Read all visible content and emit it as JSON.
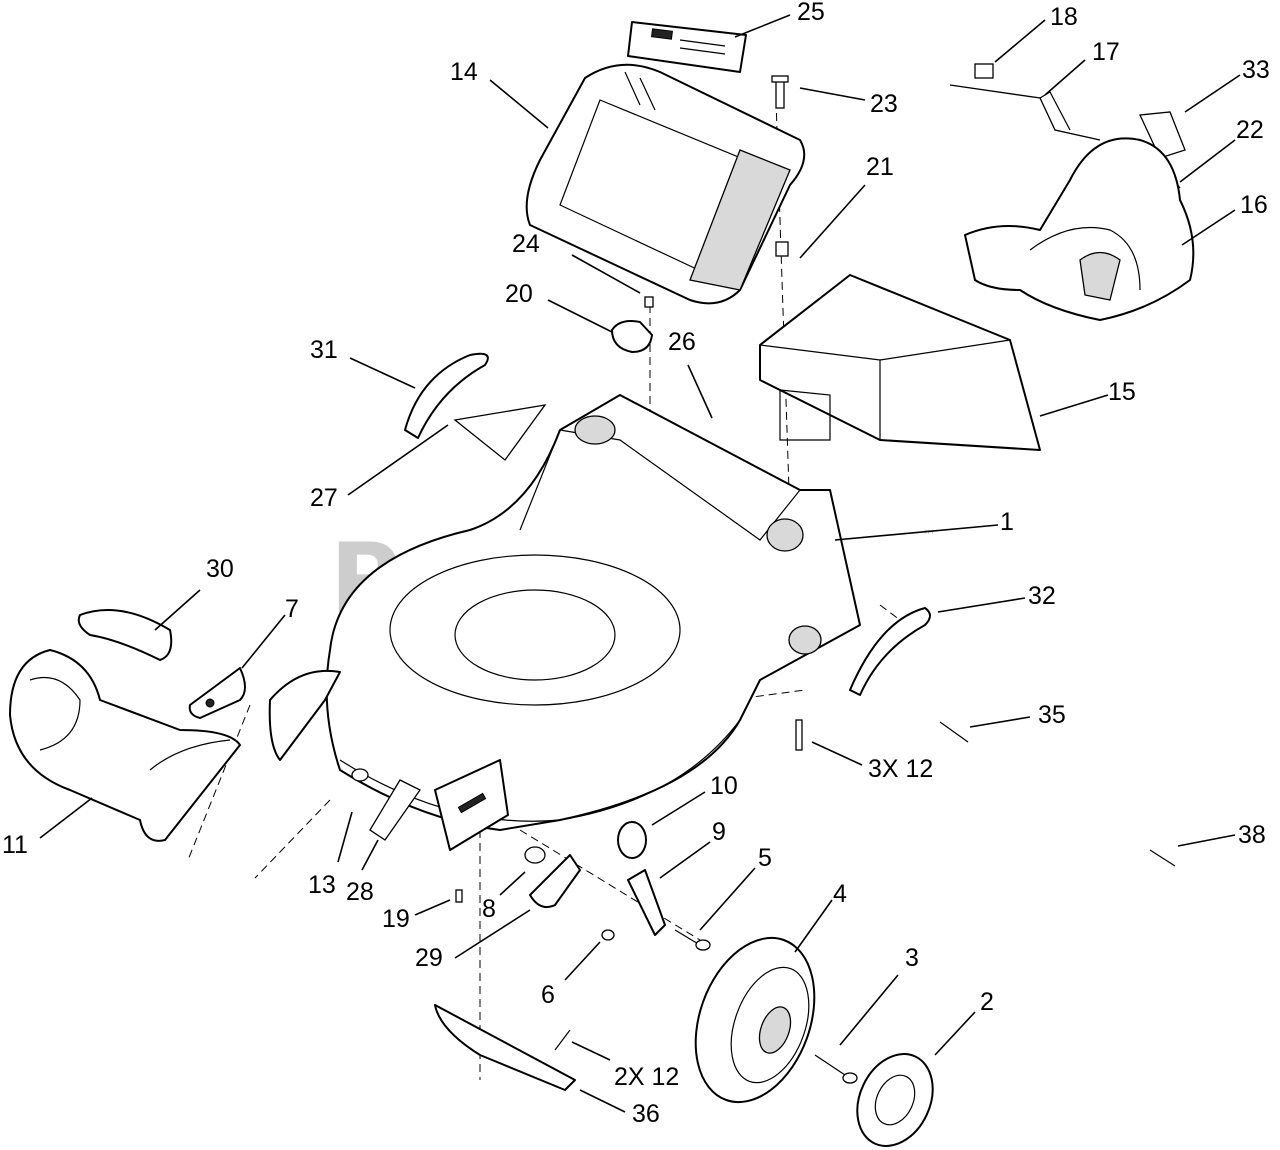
{
  "watermark": {
    "text": "PartsTree",
    "trademark": "™"
  },
  "callouts": [
    {
      "id": "c25",
      "text": "25"
    },
    {
      "id": "c18",
      "text": "18"
    },
    {
      "id": "c17",
      "text": "17"
    },
    {
      "id": "c33",
      "text": "33"
    },
    {
      "id": "c14",
      "text": "14"
    },
    {
      "id": "c23",
      "text": "23"
    },
    {
      "id": "c22",
      "text": "22"
    },
    {
      "id": "c21",
      "text": "21"
    },
    {
      "id": "c16",
      "text": "16"
    },
    {
      "id": "c24",
      "text": "24"
    },
    {
      "id": "c20",
      "text": "20"
    },
    {
      "id": "c26",
      "text": "26"
    },
    {
      "id": "c31",
      "text": "31"
    },
    {
      "id": "c15",
      "text": "15"
    },
    {
      "id": "c27",
      "text": "27"
    },
    {
      "id": "c1",
      "text": "1"
    },
    {
      "id": "c30",
      "text": "30"
    },
    {
      "id": "c7",
      "text": "7"
    },
    {
      "id": "c32",
      "text": "32"
    },
    {
      "id": "c35",
      "text": "35"
    },
    {
      "id": "c3x12",
      "text": "3X 12"
    },
    {
      "id": "c10",
      "text": "10"
    },
    {
      "id": "c11",
      "text": "11"
    },
    {
      "id": "c9",
      "text": "9"
    },
    {
      "id": "c38",
      "text": "38"
    },
    {
      "id": "c5",
      "text": "5"
    },
    {
      "id": "c13",
      "text": "13"
    },
    {
      "id": "c28",
      "text": "28"
    },
    {
      "id": "c4",
      "text": "4"
    },
    {
      "id": "c19",
      "text": "19"
    },
    {
      "id": "c8",
      "text": "8"
    },
    {
      "id": "c29",
      "text": "29"
    },
    {
      "id": "c3",
      "text": "3"
    },
    {
      "id": "c6",
      "text": "6"
    },
    {
      "id": "c2",
      "text": "2"
    },
    {
      "id": "c2x12",
      "text": "2X 12"
    },
    {
      "id": "c36",
      "text": "36"
    }
  ]
}
